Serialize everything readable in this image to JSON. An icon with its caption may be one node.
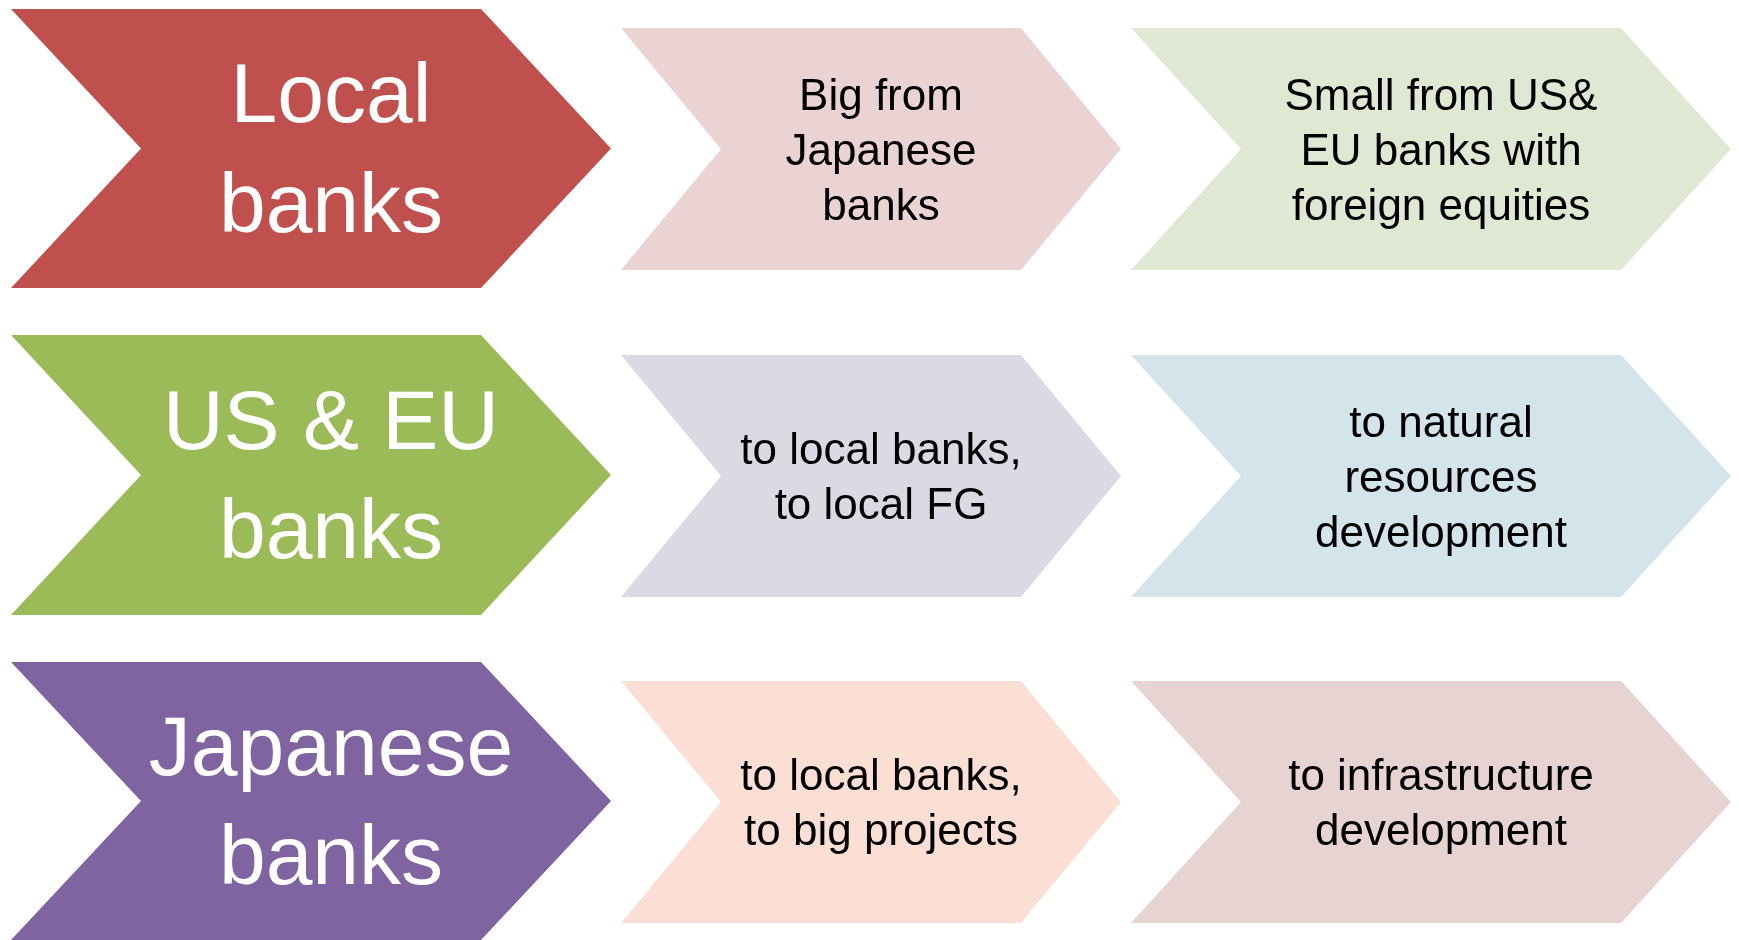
{
  "diagram": {
    "nodes": [
      {
        "text": [
          "Local banks"
        ]
      },
      {
        "text": [
          "Big from Japanese banks"
        ]
      },
      {
        "text": [
          "Small from US& EU banks with foreign equities"
        ]
      },
      {
        "text": [
          "US & EU banks"
        ]
      },
      {
        "text": [
          "to local banks, to local FG"
        ]
      },
      {
        "text": [
          "to natural resources development"
        ]
      },
      {
        "text": [
          "Japanese banks"
        ]
      },
      {
        "text": [
          "to local banks, to big projects"
        ]
      },
      {
        "text": [
          "to infrastructure development"
        ]
      }
    ]
  }
}
